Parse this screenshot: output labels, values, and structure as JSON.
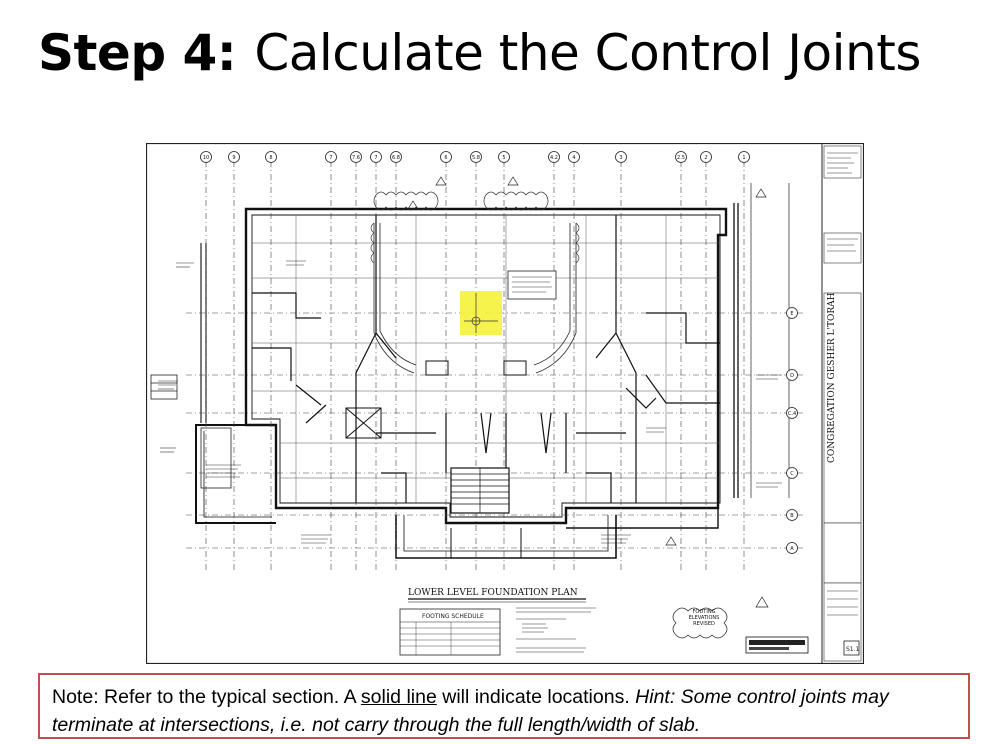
{
  "title": {
    "step": "Step 4:",
    "text": "Calculate the Control Joints"
  },
  "drawing": {
    "plan_title": "LOWER LEVEL FOUNDATION PLAN",
    "schedule_title": "FOOTING SCHEDULE",
    "elevations_note": "FOOTING ELEVATIONS REVISED",
    "project_name": "CONGREGATION GESHER L'TORAH",
    "highlight_color": "#f5f23a",
    "grid_bubbles_top": [
      "10",
      "9",
      "8",
      "7",
      "7.6",
      "7",
      "6.8",
      "6",
      "5.8",
      "5",
      "4.2",
      "4",
      "3",
      "2.5",
      "2",
      "1"
    ],
    "grid_bubbles_right": [
      "E",
      "D",
      "C.4",
      "C",
      "B",
      "A"
    ],
    "sheet_number": "S1.1"
  },
  "note": {
    "prefix": "Note: Refer to the typical section.  A ",
    "underlined": "solid line",
    "middle": " will indicate locations.  ",
    "hint": "Hint: Some control joints may terminate at intersections, i.e. not carry through the full length/width of slab."
  },
  "colors": {
    "note_border": "#c0504d",
    "drawing_ink": "#222222"
  }
}
